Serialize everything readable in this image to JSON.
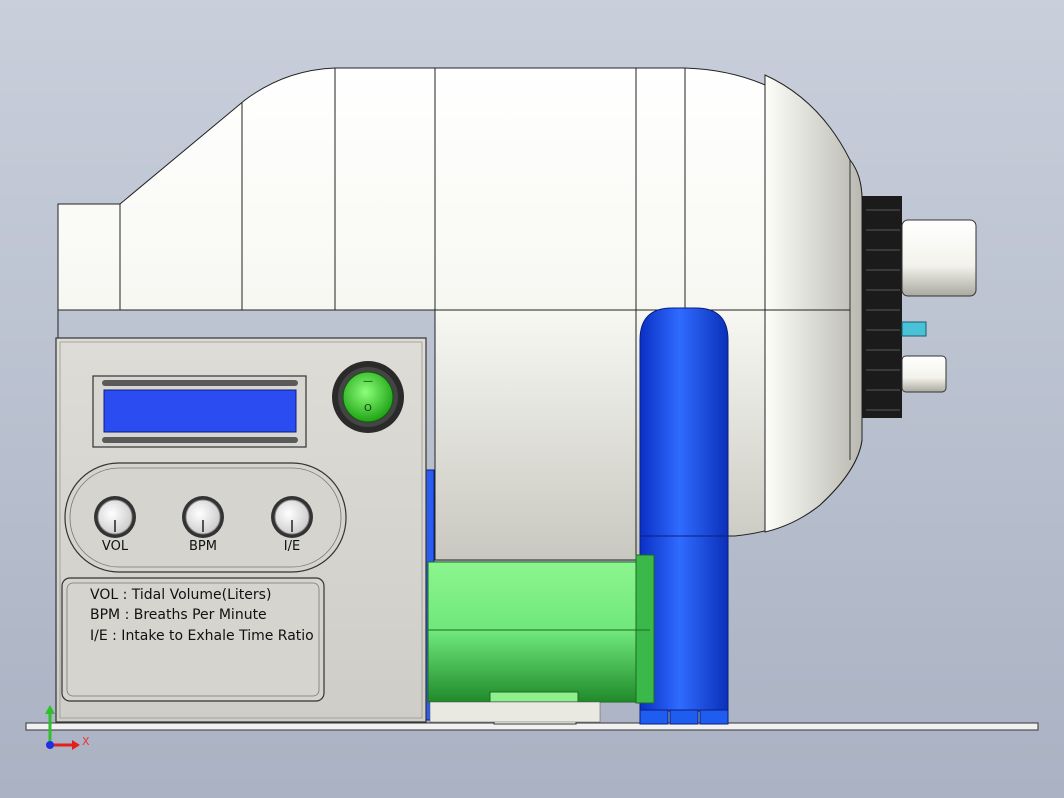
{
  "display": {
    "knobs": [
      {
        "label": "VOL"
      },
      {
        "label": "BPM"
      },
      {
        "label": "I/E"
      }
    ],
    "switch": {
      "top_mark": "—",
      "bottom_mark": "O"
    },
    "legend": [
      "VOL : Tidal Volume(Liters)",
      "BPM : Breaths Per Minute",
      "I/E : Intake to Exhale Time Ratio"
    ]
  },
  "axis_triad": {
    "x_label": "X"
  },
  "colors": {
    "background": "#b8bfcd",
    "lcd": "#2b4cf0",
    "switch_green": "#3fd43a",
    "motor_green": "#6fe77a",
    "blue_parts": "#1f5cf0",
    "body_white": "#f4f4ef",
    "panel_grey": "#d3d1cc"
  }
}
